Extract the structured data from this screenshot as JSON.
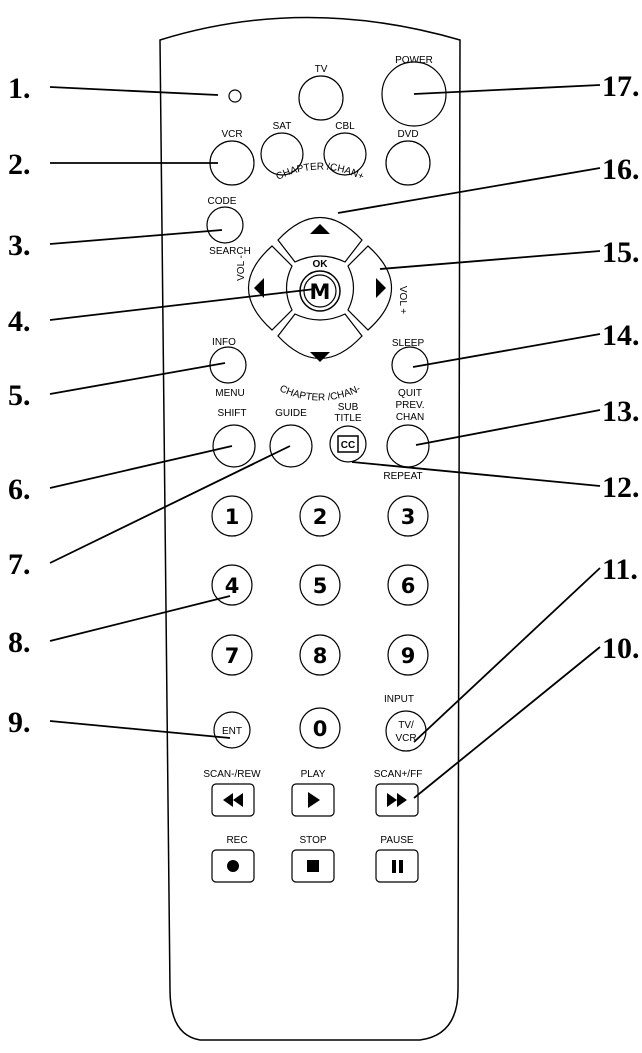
{
  "callouts": {
    "c1": "1.",
    "c2": "2.",
    "c3": "3.",
    "c4": "4.",
    "c5": "5.",
    "c6": "6.",
    "c7": "7.",
    "c8": "8.",
    "c9": "9.",
    "c10": "10.",
    "c11": "11.",
    "c12": "12.",
    "c13": "13.",
    "c14": "14.",
    "c15": "15.",
    "c16": "16.",
    "c17": "17."
  },
  "labels": {
    "tv": "TV",
    "power": "POWER",
    "vcr": "VCR",
    "sat": "SAT",
    "cbl": "CBL",
    "dvd": "DVD",
    "code": "CODE",
    "search": "SEARCH",
    "chapter_chan_plus": "CHAPTER /CHAN+",
    "chapter_chan_minus": "CHAPTER /CHAN-",
    "ok": "OK",
    "menu_key": "M",
    "vol_minus": "VOL -",
    "vol_plus": "VOL +",
    "info": "INFO",
    "menu": "MENU",
    "sleep": "SLEEP",
    "quit": "QUIT",
    "shift": "SHIFT",
    "guide": "GUIDE",
    "sub": "SUB",
    "title": "TITLE",
    "cc": "CC",
    "prev": "PREV.",
    "chan": "CHAN",
    "repeat": "REPEAT",
    "ent": "ENT",
    "input": "INPUT",
    "tv_slash": "TV/",
    "vcr2": "VCR",
    "scan_rew": "SCAN-/REW",
    "play": "PLAY",
    "scan_ff": "SCAN+/FF",
    "rec": "REC",
    "stop": "STOP",
    "pause": "PAUSE"
  },
  "digits": {
    "d1": "1",
    "d2": "2",
    "d3": "3",
    "d4": "4",
    "d5": "5",
    "d6": "6",
    "d7": "7",
    "d8": "8",
    "d9": "9",
    "d0": "0"
  }
}
